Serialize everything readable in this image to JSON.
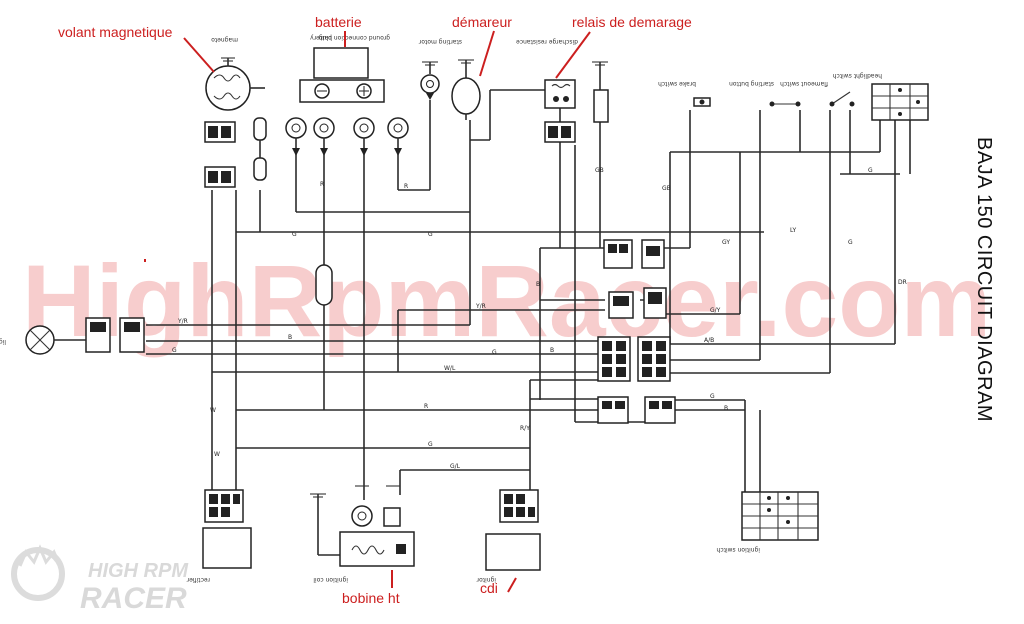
{
  "title": "BAJA 150 CIRCUIT DIAGRAM",
  "watermark": "HighRpmRacer.com",
  "logo": {
    "line1": "HIGH RPM",
    "line2": "RACER",
    "colors": {
      "brand": "#cfcfcf"
    }
  },
  "annotations": {
    "volant": "volant magnetique",
    "batterie": "batterie",
    "demareur": "démareur",
    "relais": "relais de demarage",
    "bobine": "bobine ht",
    "cdi": "cdi"
  },
  "component_labels": {
    "magneto": "magneto",
    "battery": "battery",
    "ground": "ground connection plug",
    "starting_motor": "starting motor",
    "resistance": "discharge resistance",
    "brake_switch": "brake switch",
    "starting_button": "starting button",
    "flameout_switch": "flameout switch",
    "headlight_switch": "headlight switch",
    "ignition_switch": "ignition switch",
    "ignition_coil": "ignition coil",
    "ignitor": "ignitor",
    "rectifier": "rectifier",
    "light": "light"
  },
  "wire_codes": {
    "w1": "G",
    "w2": "G",
    "w3": "GB",
    "w4": "GB",
    "w5": "GY",
    "w6": "LY",
    "w7": "G",
    "w8": "B",
    "w9": "R",
    "w10": "G",
    "w11": "Y/R",
    "w12": "B",
    "w13": "G",
    "w14": "B",
    "w15": "W/L",
    "w16": "R",
    "w17": "G",
    "w18": "G/L",
    "w19": "R",
    "w20": "G",
    "w21": "Y/R",
    "w22": "W",
    "w23": "A/B",
    "w24": "DR",
    "w25": "G",
    "w26": "B",
    "w27": "G/Y",
    "w28": "W",
    "w29": "R/Y"
  },
  "colors": {
    "annotation": "#cc1f1f",
    "wire": "#2b2b2b",
    "watermark": "#f3b3b3"
  }
}
